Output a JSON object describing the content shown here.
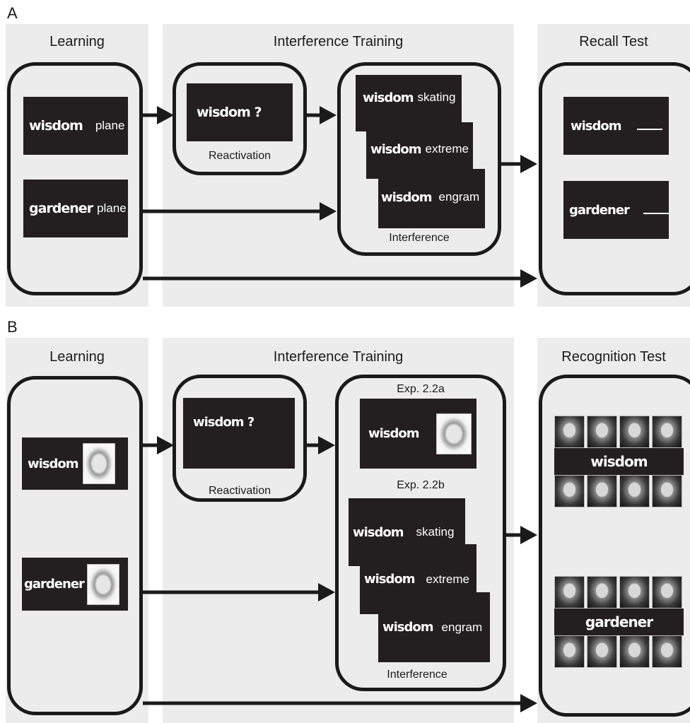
{
  "panel_a": {
    "letter": "A",
    "titles": {
      "learning": "Learning",
      "interference": "Interference Training",
      "test": "Recall Test"
    },
    "learning_pairs": [
      {
        "cue": "wisdom",
        "target": "plane"
      },
      {
        "cue": "gardener",
        "target": "plane"
      }
    ],
    "reactivation": {
      "text": "wisdom ?",
      "caption": "Reactivation"
    },
    "interference": {
      "items": [
        {
          "cue": "wisdom",
          "target": "skating"
        },
        {
          "cue": "wisdom",
          "target": "extreme"
        },
        {
          "cue": "wisdom",
          "target": "engram"
        }
      ],
      "caption": "Interference"
    },
    "test_items": [
      {
        "cue": "wisdom"
      },
      {
        "cue": "gardener"
      }
    ]
  },
  "panel_b": {
    "letter": "B",
    "titles": {
      "learning": "Learning",
      "interference": "Interference Training",
      "test": "Recognition Test"
    },
    "learning_pairs": [
      {
        "cue": "wisdom"
      },
      {
        "cue": "gardener"
      }
    ],
    "reactivation": {
      "text": "wisdom ?",
      "caption": "Reactivation"
    },
    "interference": {
      "exp_a_label": "Exp. 2.2a",
      "exp_a_cue": "wisdom",
      "exp_b_label": "Exp. 2.2b",
      "items": [
        {
          "cue": "wisdom",
          "target": "skating"
        },
        {
          "cue": "wisdom",
          "target": "extreme"
        },
        {
          "cue": "wisdom",
          "target": "engram"
        }
      ],
      "caption": "Interference"
    },
    "test_items": [
      {
        "cue": "wisdom"
      },
      {
        "cue": "gardener"
      }
    ]
  },
  "icons": {
    "face": "face-photo-icon",
    "arrow": "arrow-right-icon"
  },
  "colors": {
    "screen": "#231f20",
    "panel_bg": "#ececec",
    "outline": "#1a1a1a"
  }
}
